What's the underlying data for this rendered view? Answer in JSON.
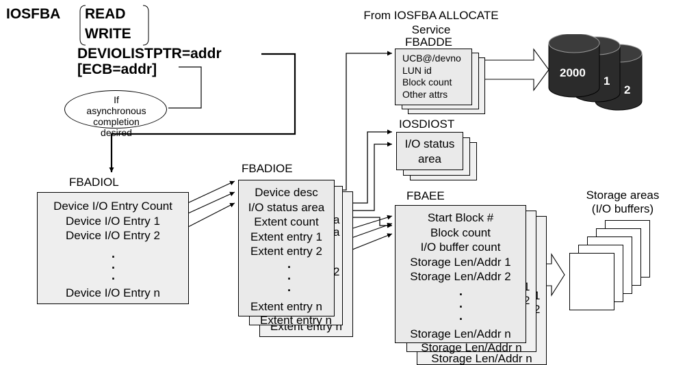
{
  "command": {
    "macro": "IOSFBA",
    "op_read": "READ",
    "op_write": "WRITE",
    "param_deviolist": "DEVIOLISTPTR=addr",
    "param_ecb": "[ECB=addr]",
    "ecb_note": "If asynchronous completion desired"
  },
  "allocate_caption": "From IOSFBA ALLOCATE Service",
  "fbadde": {
    "title": "FBADDE",
    "items": [
      "UCB@/devno",
      "LUN id",
      "Block count",
      "Other attrs"
    ]
  },
  "devices": [
    "2000",
    "1",
    "2"
  ],
  "iosdiost": {
    "title": "IOSDIOST",
    "items": [
      "I/O status",
      "area"
    ]
  },
  "fbadiol": {
    "title": "FBADIOL",
    "items": [
      "Device I/O Entry Count",
      "Device I/O Entry 1",
      "Device I/O Entry 2"
    ],
    "last": "Device I/O Entry n"
  },
  "fbadioe": {
    "title": "FBADIOE",
    "items": [
      "Device desc",
      "I/O status area",
      "Extent count",
      "Extent entry 1",
      "Extent entry 2"
    ],
    "last": "Extent entry n",
    "back_peek": [
      "a",
      "a",
      "2"
    ],
    "back_last": "Extent entry n"
  },
  "fbaee": {
    "title": "FBAEE",
    "items": [
      "Start Block #",
      "Block count",
      "I/O buffer count",
      "Storage Len/Addr 1",
      "Storage Len/Addr 2"
    ],
    "last": "Storage Len/Addr n",
    "back_peek": [
      "1",
      "2",
      "1",
      "2"
    ],
    "back_last": "Storage Len/Addr n"
  },
  "storage_areas": [
    "Storage areas",
    "(I/O buffers)"
  ]
}
